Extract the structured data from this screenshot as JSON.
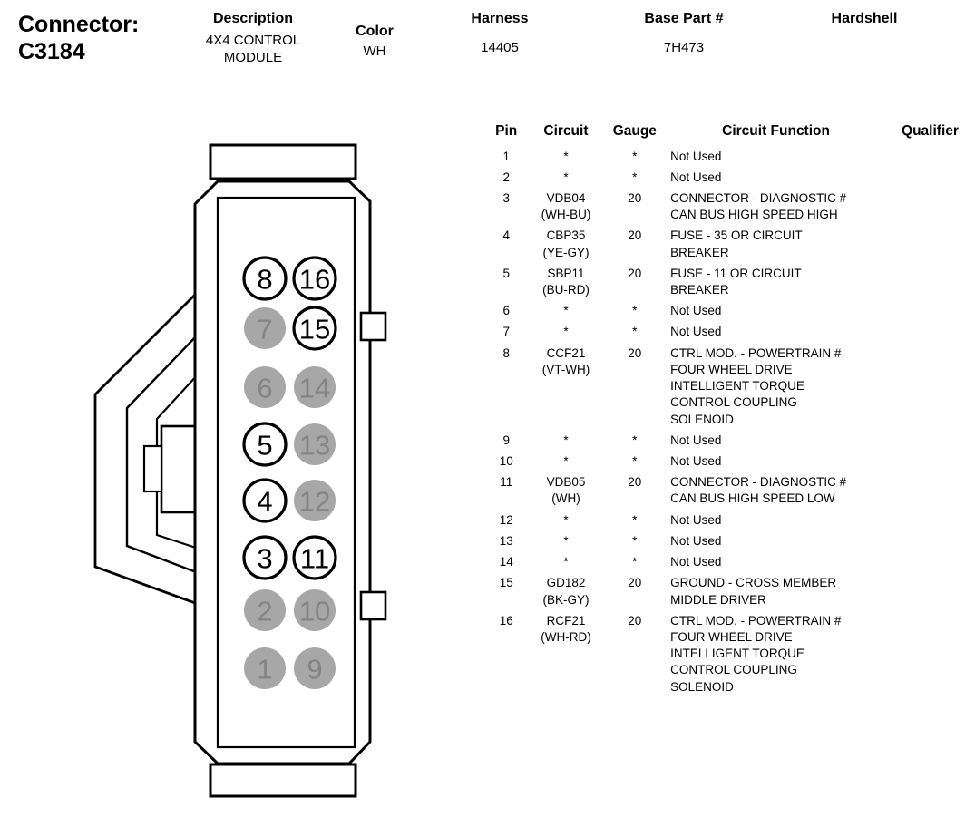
{
  "header": {
    "connector_label": "Connector:",
    "connector_id": "C3184",
    "fields": [
      {
        "label": "Description",
        "value": "4X4 CONTROL MODULE"
      },
      {
        "label": "Color",
        "value": "WH"
      },
      {
        "label": "Harness",
        "value": "14405"
      },
      {
        "label": "Base Part #",
        "value": "7H473"
      },
      {
        "label": "Hardshell",
        "value": ""
      }
    ]
  },
  "connector": {
    "pin_rows": [
      [
        8,
        16
      ],
      [
        7,
        15
      ],
      [
        6,
        14
      ],
      [
        5,
        13
      ],
      [
        4,
        12
      ],
      [
        3,
        11
      ],
      [
        2,
        10
      ],
      [
        1,
        9
      ]
    ],
    "used_pins": [
      3,
      4,
      5,
      8,
      11,
      15,
      16
    ],
    "pin_used_color": "#ffffff",
    "pin_unused_color": "#a7a7a7",
    "outline_color": "#000000"
  },
  "pin_table": {
    "headers": [
      "Pin",
      "Circuit",
      "Gauge",
      "Circuit Function",
      "Qualifier"
    ],
    "rows": [
      {
        "pin": "1",
        "circuit": "*",
        "gauge": "*",
        "function": "Not Used",
        "qualifier": ""
      },
      {
        "pin": "2",
        "circuit": "*",
        "gauge": "*",
        "function": "Not Used",
        "qualifier": ""
      },
      {
        "pin": "3",
        "circuit": "VDB04\n(WH-BU)",
        "gauge": "20",
        "function": "CONNECTOR - DIAGNOSTIC #\nCAN BUS HIGH SPEED HIGH",
        "qualifier": ""
      },
      {
        "pin": "4",
        "circuit": "CBP35\n(YE-GY)",
        "gauge": "20",
        "function": "FUSE - 35 OR CIRCUIT\nBREAKER",
        "qualifier": ""
      },
      {
        "pin": "5",
        "circuit": "SBP11\n(BU-RD)",
        "gauge": "20",
        "function": "FUSE - 11 OR CIRCUIT\nBREAKER",
        "qualifier": ""
      },
      {
        "pin": "6",
        "circuit": "*",
        "gauge": "*",
        "function": "Not Used",
        "qualifier": ""
      },
      {
        "pin": "7",
        "circuit": "*",
        "gauge": "*",
        "function": "Not Used",
        "qualifier": ""
      },
      {
        "pin": "8",
        "circuit": "CCF21\n(VT-WH)",
        "gauge": "20",
        "function": "CTRL MOD. - POWERTRAIN #\nFOUR WHEEL DRIVE\nINTELLIGENT TORQUE\nCONTROL COUPLING\nSOLENOID",
        "qualifier": ""
      },
      {
        "pin": "9",
        "circuit": "*",
        "gauge": "*",
        "function": "Not Used",
        "qualifier": ""
      },
      {
        "pin": "10",
        "circuit": "*",
        "gauge": "*",
        "function": "Not Used",
        "qualifier": ""
      },
      {
        "pin": "11",
        "circuit": "VDB05\n(WH)",
        "gauge": "20",
        "function": "CONNECTOR - DIAGNOSTIC #\nCAN BUS HIGH SPEED LOW",
        "qualifier": ""
      },
      {
        "pin": "12",
        "circuit": "*",
        "gauge": "*",
        "function": "Not Used",
        "qualifier": ""
      },
      {
        "pin": "13",
        "circuit": "*",
        "gauge": "*",
        "function": "Not Used",
        "qualifier": ""
      },
      {
        "pin": "14",
        "circuit": "*",
        "gauge": "*",
        "function": "Not Used",
        "qualifier": ""
      },
      {
        "pin": "15",
        "circuit": "GD182\n(BK-GY)",
        "gauge": "20",
        "function": "GROUND - CROSS MEMBER\nMIDDLE DRIVER",
        "qualifier": ""
      },
      {
        "pin": "16",
        "circuit": "RCF21\n(WH-RD)",
        "gauge": "20",
        "function": "CTRL MOD. - POWERTRAIN #\nFOUR WHEEL DRIVE\nINTELLIGENT TORQUE\nCONTROL COUPLING\nSOLENOID",
        "qualifier": ""
      }
    ]
  }
}
